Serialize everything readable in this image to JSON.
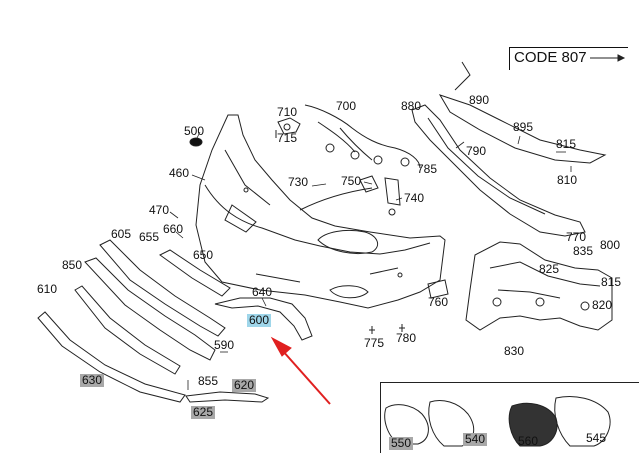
{
  "header": {
    "code": "CODE 807"
  },
  "labels": {
    "p500": "500",
    "p460": "460",
    "p470": "470",
    "p605": "605",
    "p655": "655",
    "p660": "660",
    "p650": "650",
    "p850": "850",
    "p610": "610",
    "p630": "630",
    "p590": "590",
    "p855": "855",
    "p620": "620",
    "p625": "625",
    "p640": "640",
    "p600": "600",
    "p710": "710",
    "p715": "715",
    "p700": "700",
    "p730": "730",
    "p750": "750",
    "p740": "740",
    "p775": "775",
    "p780": "780",
    "p760": "760",
    "p880": "880",
    "p890": "890",
    "p895": "895",
    "p790": "790",
    "p785": "785",
    "p815": "815",
    "p810": "810",
    "p770": "770",
    "p800": "800",
    "p835": "835",
    "p825": "825",
    "p815b": "815",
    "p820": "820",
    "p830": "830",
    "p550": "550",
    "p540": "540",
    "p560": "560",
    "p545": "545"
  },
  "colors": {
    "highlight_blue": "#9fd6ea",
    "label_grey": "#a8a8a8",
    "arrow_red": "#e02020",
    "line": "#222222"
  },
  "icons": {
    "pointer": "red-arrow-icon"
  }
}
